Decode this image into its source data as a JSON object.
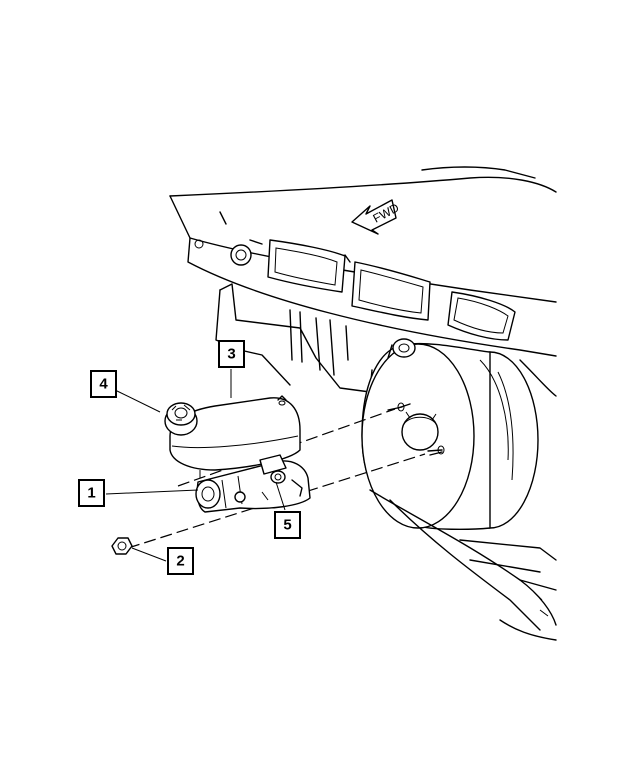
{
  "callouts": [
    {
      "id": "1",
      "label": "1"
    },
    {
      "id": "2",
      "label": "2"
    },
    {
      "id": "3",
      "label": "3"
    },
    {
      "id": "4",
      "label": "4"
    },
    {
      "id": "5",
      "label": "5"
    }
  ],
  "direction_arrow": {
    "label": "FWD"
  }
}
